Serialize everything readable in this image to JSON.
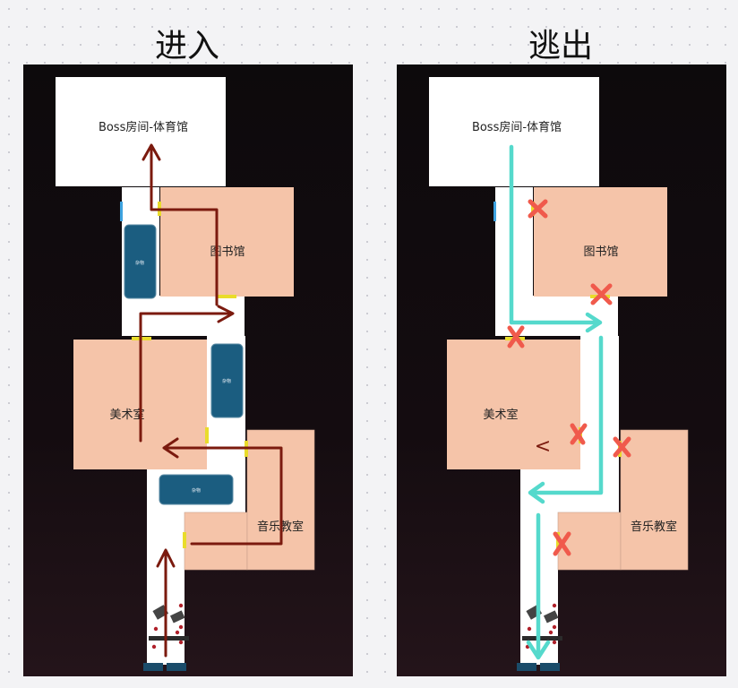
{
  "panels": {
    "enter": {
      "title": "进入"
    },
    "escape": {
      "title": "逃出"
    }
  },
  "rooms": {
    "boss": "Boss房间-体育馆",
    "library": "图书馆",
    "art": "美术室",
    "music": "音乐教室"
  },
  "obstacles": {
    "a": "杂物",
    "b": "杂物",
    "c": "杂物"
  },
  "colors": {
    "room_fill": "#f5c4a9",
    "boss_fill": "#ffffff",
    "corridor": "#ffffff",
    "obstacle": "#1b5d80",
    "door": "#e9dc2b",
    "enter_path": "#7b1a0e",
    "escape_path": "#55d9cc",
    "blocked_mark": "#f05a4c"
  },
  "icons": [
    "arrow-path-enter",
    "arrow-path-escape",
    "cross-mark",
    "enemy-figure"
  ]
}
